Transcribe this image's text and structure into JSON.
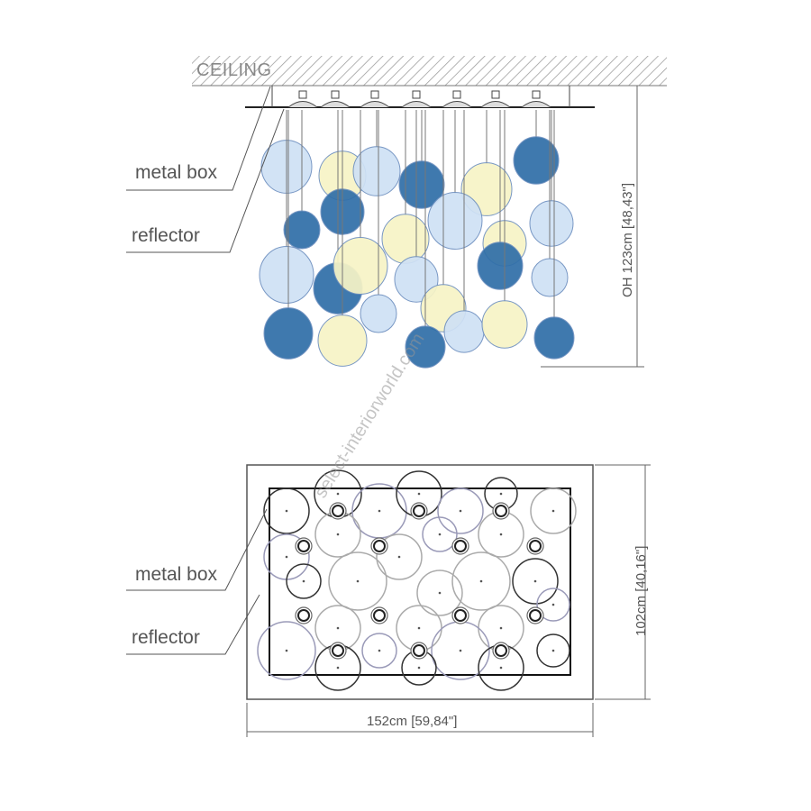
{
  "elevation": {
    "ceiling_label": "CEILING",
    "metal_box_label": "metal box",
    "reflector_label": "reflector",
    "height_dimension": "OH 123cm [48,43\"]"
  },
  "plan": {
    "metal_box_label": "metal box",
    "reflector_label": "reflector",
    "width_dimension": "152cm [59,84\"]",
    "depth_dimension": "102cm [40,16\"]"
  },
  "watermark": "select-interiorworld.com",
  "colors": {
    "dark_blue": "#2f6ea8",
    "light_blue": "#cfe1f5",
    "yellow": "#f7f4c6",
    "line": "#333333"
  }
}
